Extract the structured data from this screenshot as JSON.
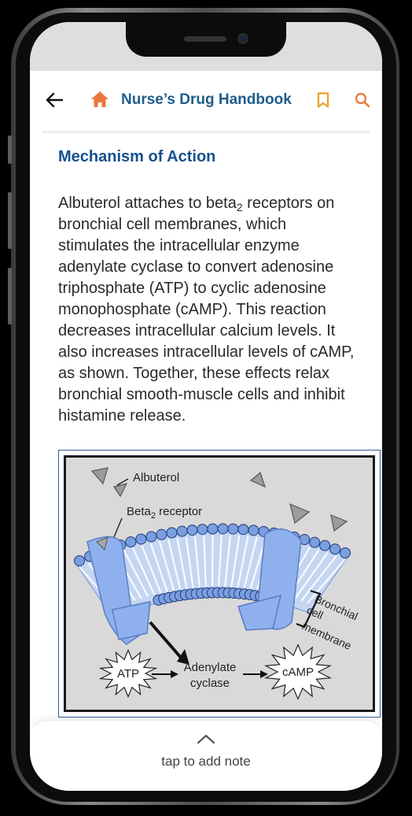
{
  "header": {
    "title": "Nurse’s Drug Handbook",
    "back_icon": "arrow-left-icon",
    "home_icon": "home-icon",
    "bookmark_icon": "bookmark-icon",
    "search_icon": "search-icon"
  },
  "section": {
    "title": "Mechanism of Action",
    "para_1": "Albuterol attaches to beta",
    "para_sub": "2",
    "para_2": " receptors on bronchial cell membranes, which stimulates the intracellular enzyme adenylate cyclase to convert adenosine triphosphate (ATP) to cyclic adenosine monophosphate (cAMP). This reaction decreases intracellular calcium levels. It also increases intracellular levels of cAMP, as shown. Together, these effects relax bronchial smooth-muscle cells and inhibit histamine release."
  },
  "figure": {
    "albuterol": "Albuterol",
    "receptor": "Beta",
    "receptor_sub": "2",
    "receptor_tail": " receptor",
    "membrane_1": "Bronchial",
    "membrane_2": "cell",
    "membrane_3": "membrane",
    "atp": "ATP",
    "enzyme_1": "Adenylate",
    "enzyme_2": "cyclase",
    "camp": "cAMP"
  },
  "note": {
    "label": "tap to add note",
    "chevron_icon": "chevron-up-icon"
  },
  "colors": {
    "header_title": "#1f5c8a",
    "section_title": "#15508e",
    "accent_orange": "#e8783a",
    "bookmark": "#e8a227",
    "membrane_blue": "#6f93d6",
    "figure_bg": "#d9d9d9"
  }
}
